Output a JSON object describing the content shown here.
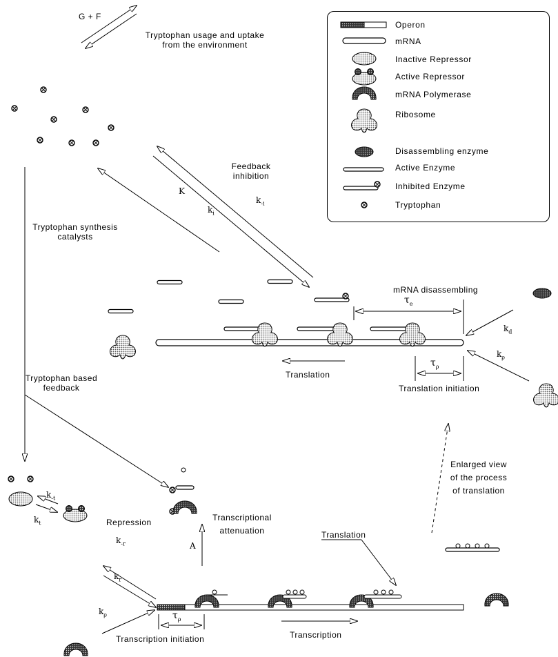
{
  "labels": {
    "g_plus_f": "G + F",
    "usage": "Tryptophan usage and uptake\nfrom the environment",
    "feedback_inhibition": "Feedback\ninhibition",
    "synthesis": "Tryptophan synthesis\ncatalysts",
    "mrna_disassembling": "mRNA disassembling",
    "translation_upper": "Translation",
    "translation_initiation": "Translation initiation",
    "trp_feedback": "Tryptophan based\nfeedback",
    "enlarged": "Enlarged view\nof the process\nof translation",
    "repression": "Repression",
    "attenuation": "Transcriptional\nattenuation",
    "translation_lower": "Translation",
    "transcription": "Transcription",
    "transcription_initiation": "Transcription initiation"
  },
  "symbols": {
    "K": "K",
    "k_i": "k",
    "k_i_sub": "i",
    "k_minus_i": "k",
    "k_minus_i_sub": "-i",
    "tau_e": "τ",
    "tau_e_sub": "e",
    "k_d": "k",
    "k_d_sub": "d",
    "k_rho_upper": "k",
    "k_rho_upper_sub": "ρ",
    "tau_rho_upper": "τ",
    "tau_rho_upper_sub": "ρ",
    "k_minus_t": "k",
    "k_minus_t_sub": "-t",
    "k_t": "k",
    "k_t_sub": "t",
    "k_minus_r": "k",
    "k_minus_r_sub": "-r",
    "k_r": "k",
    "k_r_sub": "r",
    "A": "A",
    "k_rho_lower": "k",
    "k_rho_lower_sub": "ρ",
    "tau_rho_lower": "τ",
    "tau_rho_lower_sub": "ρ"
  },
  "legend": {
    "items": [
      "Operon",
      "mRNA",
      "Inactive Repressor",
      "Active Repressor",
      "mRNA Polymerase",
      "Ribosome",
      "Disassembling enzyme",
      "Active Enzyme",
      "Inhibited Enzyme",
      "Tryptophan"
    ]
  },
  "icons": {
    "tryptophan": "tryptophan-dot-icon",
    "ribosome": "ribosome-icon",
    "polymerase": "polymerase-icon",
    "repressor": "repressor-icon",
    "enzyme": "enzyme-bar-icon"
  },
  "colors": {
    "stroke": "#000000",
    "fill_stipple": "#c8c8c8",
    "fill_dark": "#4a4a4a"
  }
}
